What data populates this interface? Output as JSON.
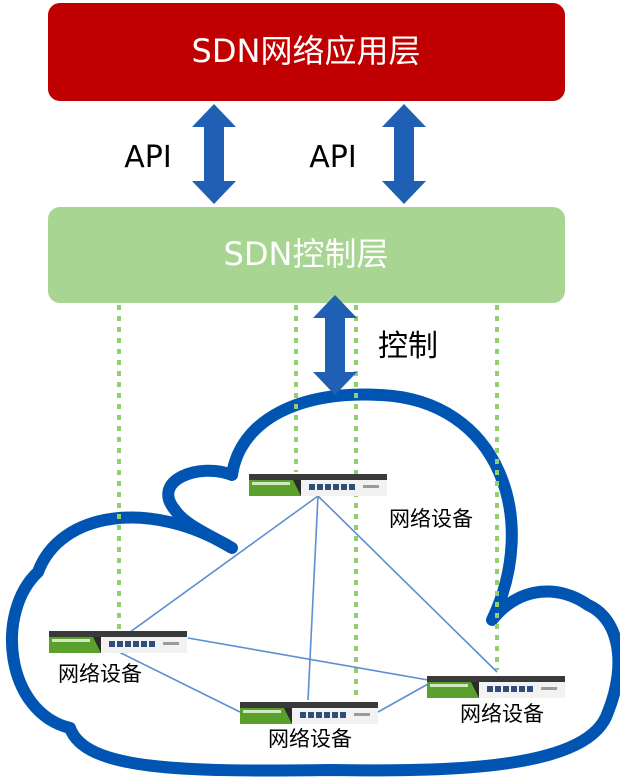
{
  "layers": {
    "app_layer_label": "SDN网络应用层",
    "control_layer_label": "SDN控制层"
  },
  "arrows": {
    "api_left_label": "API",
    "api_right_label": "API",
    "control_label": "控制"
  },
  "devices": [
    {
      "label": "网络设备"
    },
    {
      "label": "网络设备"
    },
    {
      "label": "网络设备"
    },
    {
      "label": "网络设备"
    }
  ],
  "colors": {
    "app_layer_fill": "#c00000",
    "control_layer_fill": "#a8d592",
    "arrow_fill": "#1f5fb4",
    "cloud_stroke": "#0055b3",
    "dotted_line": "#92cf6e",
    "link_line": "#5b8fd0",
    "device_body": "#222222",
    "device_stripe": "#5aa02c"
  }
}
